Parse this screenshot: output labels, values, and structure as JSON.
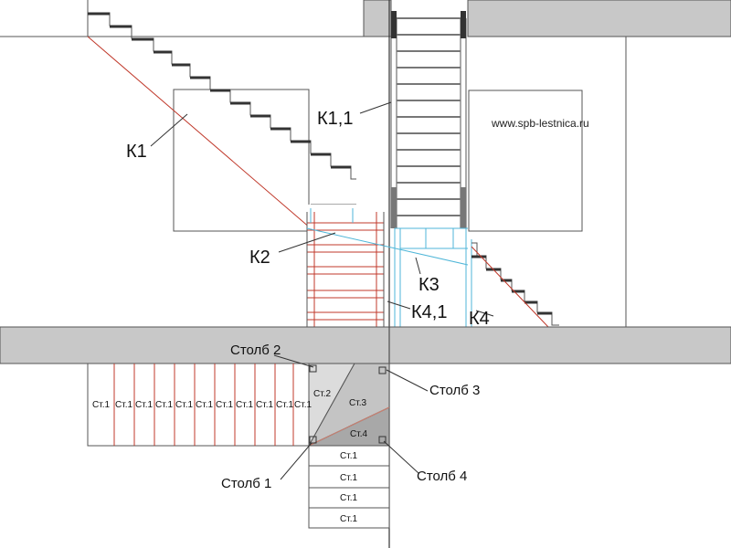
{
  "watermark": "www.spb-lestnica.ru",
  "labels": {
    "k1": "К1",
    "k11": "К1,1",
    "k2": "К2",
    "k3": "К3",
    "k41": "К4,1",
    "k4": "К4"
  },
  "posts": {
    "post1": "Столб 1",
    "post2": "Столб 2",
    "post3": "Столб 3",
    "post4": "Столб 4"
  },
  "steps": {
    "st1": "Ст.1",
    "st2": "Ст.2",
    "st3": "Ст.3",
    "st4": "Ст.4"
  },
  "colors": {
    "stringer": "#c0392b",
    "stair_line": "#d08070",
    "cyan": "#4fb6d8",
    "floor": "#c8c8c8",
    "winder_light": "#dcdcdc",
    "winder_mid": "#c4c4c4",
    "winder_dark": "#a8a8a8",
    "outline": "#555555"
  }
}
